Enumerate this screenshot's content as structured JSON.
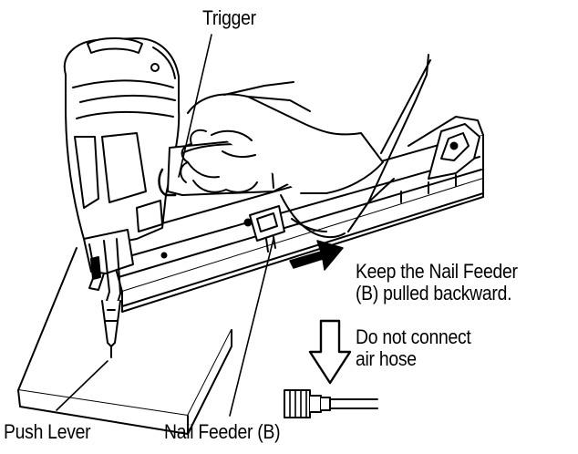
{
  "labels": {
    "trigger": "Trigger",
    "keep_feeder_line1": "Keep the Nail Feeder",
    "keep_feeder_line2": "(B) pulled backward.",
    "no_hose_line1": "Do not connect",
    "no_hose_line2": "air hose",
    "push_lever": "Push Lever",
    "nail_feeder": "Nail Feeder (B)"
  },
  "icons": {
    "push_direction": "right-arrow-icon",
    "do_not_connect": "down-arrow-icon",
    "air_hose": "air-hose-coupler-icon"
  },
  "colors": {
    "ink": "#000000",
    "paper": "#ffffff",
    "shade": "#9a9a9a"
  }
}
